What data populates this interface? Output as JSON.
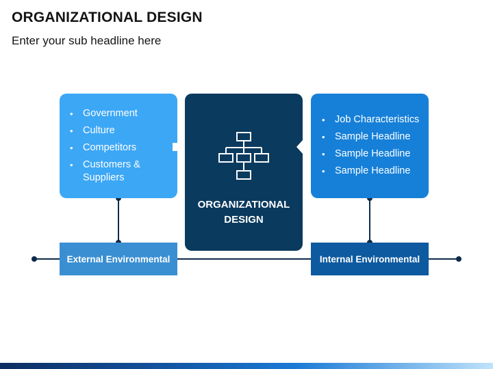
{
  "header": {
    "title": "ORGANIZATIONAL DESIGN",
    "subtitle": "Enter your sub headline here"
  },
  "left_box": {
    "items": [
      "Government",
      "Culture",
      "Competitors",
      "Customers & Suppliers"
    ]
  },
  "center_box": {
    "label_line1": "ORGANIZATIONAL",
    "label_line2": "DESIGN",
    "icon": "org-chart-icon"
  },
  "right_box": {
    "items": [
      "Job Characteristics",
      "Sample Headline",
      "Sample Headline",
      "Sample Headline"
    ]
  },
  "bars": {
    "external": "External Environmental",
    "internal": "Internal Environmental"
  },
  "colors": {
    "left_box": "#3ca7f5",
    "right_box": "#1680d9",
    "center_box": "#0a3a5e",
    "external_bar": "#3a8fd2",
    "internal_bar": "#0e5aa0",
    "connector": "#0d2a4a"
  }
}
